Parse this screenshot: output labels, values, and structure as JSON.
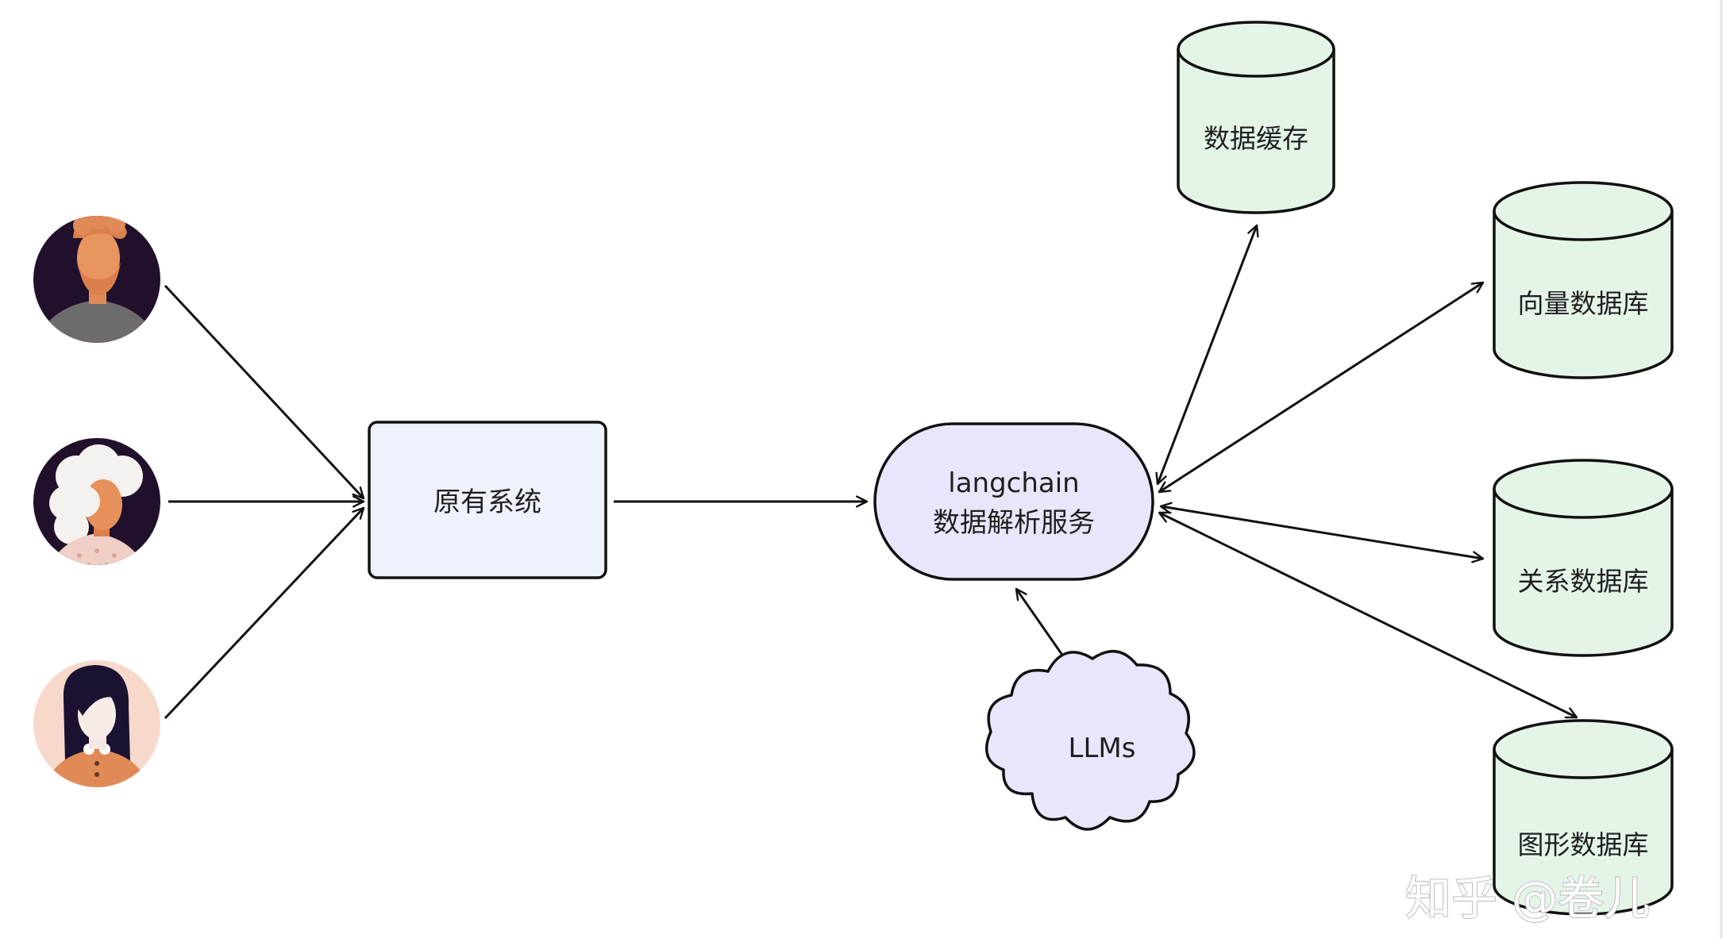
{
  "nodes": {
    "legacy_system": {
      "label": "原有系统"
    },
    "langchain_service": {
      "line1": "langchain",
      "line2": "数据解析服务"
    },
    "llms": {
      "label": "LLMs"
    },
    "data_cache": {
      "label": "数据缓存"
    },
    "vector_db": {
      "label": "向量数据库"
    },
    "relational_db": {
      "label": "关系数据库"
    },
    "graph_db": {
      "label": "图形数据库"
    }
  },
  "users": [
    {
      "name": "user-man-beard"
    },
    {
      "name": "user-elderly-woman"
    },
    {
      "name": "user-woman-dark-hair"
    }
  ],
  "watermark": {
    "text": "知乎 @卷儿"
  },
  "colors": {
    "system_fill": "#eef2fb",
    "service_fill": "#e9e6fb",
    "llm_fill": "#e9e6fb",
    "db_fill": "#e4f5e8",
    "stroke": "#111111",
    "avatar_bg_dark": "#21102b",
    "avatar_bg_light": "#f7d9cb"
  }
}
